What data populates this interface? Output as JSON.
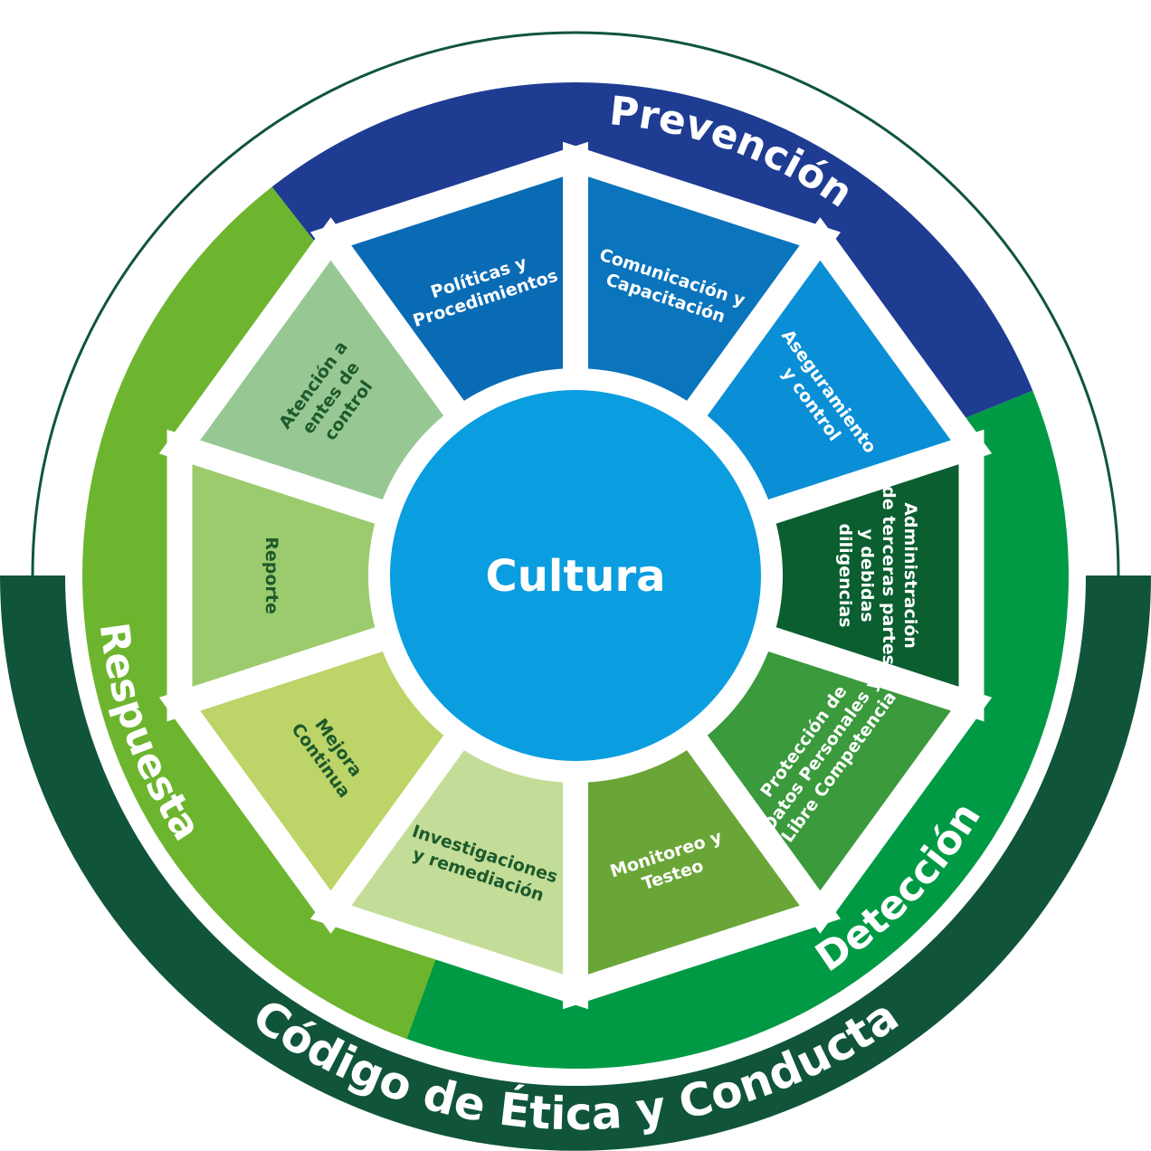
{
  "center": {
    "label": "Cultura",
    "color": "#0a9de0"
  },
  "rings": {
    "prevention": {
      "label": "Prevención",
      "color": "#1f3c93"
    },
    "detection": {
      "label": "Detección",
      "color": "#009a44"
    },
    "response": {
      "label": "Respuesta",
      "color": "#6db52f"
    },
    "code": {
      "label": "Código de Ética y Conducta",
      "color": "#10553a"
    }
  },
  "segments": [
    {
      "lines": [
        "Comunicación y",
        "Capacitación"
      ],
      "color": "#0a74bc",
      "text_color": "#ffffff"
    },
    {
      "lines": [
        "Aseguramiento",
        "y control"
      ],
      "color": "#0a8fd6",
      "text_color": "#ffffff"
    },
    {
      "lines": [
        "Administración",
        "de terceras partes",
        "y debidas",
        "diligencias"
      ],
      "color": "#0a5e2f",
      "text_color": "#ffffff"
    },
    {
      "lines": [
        "Protección de",
        "Datos Personales y",
        "Libre Competencia"
      ],
      "color": "#3a9a3c",
      "text_color": "#ffffff"
    },
    {
      "lines": [
        "Monitoreo y",
        "Testeo"
      ],
      "color": "#6aa637",
      "text_color": "#ffffff"
    },
    {
      "lines": [
        "Investigaciones",
        "y remediación"
      ],
      "color": "#c3dd98",
      "text_color": "#1d5a2c"
    },
    {
      "lines": [
        "Mejora",
        "Continua"
      ],
      "color": "#bcd468",
      "text_color": "#1d5a2c"
    },
    {
      "lines": [
        "Reporte"
      ],
      "color": "#9ccb6e",
      "text_color": "#1d5a2c"
    },
    {
      "lines": [
        "Atención a",
        "entes de",
        "control"
      ],
      "color": "#97c893",
      "text_color": "#1d5a2c"
    },
    {
      "lines": [
        "Políticas y",
        "Procedimientos"
      ],
      "color": "#0a6bb5",
      "text_color": "#ffffff"
    }
  ]
}
